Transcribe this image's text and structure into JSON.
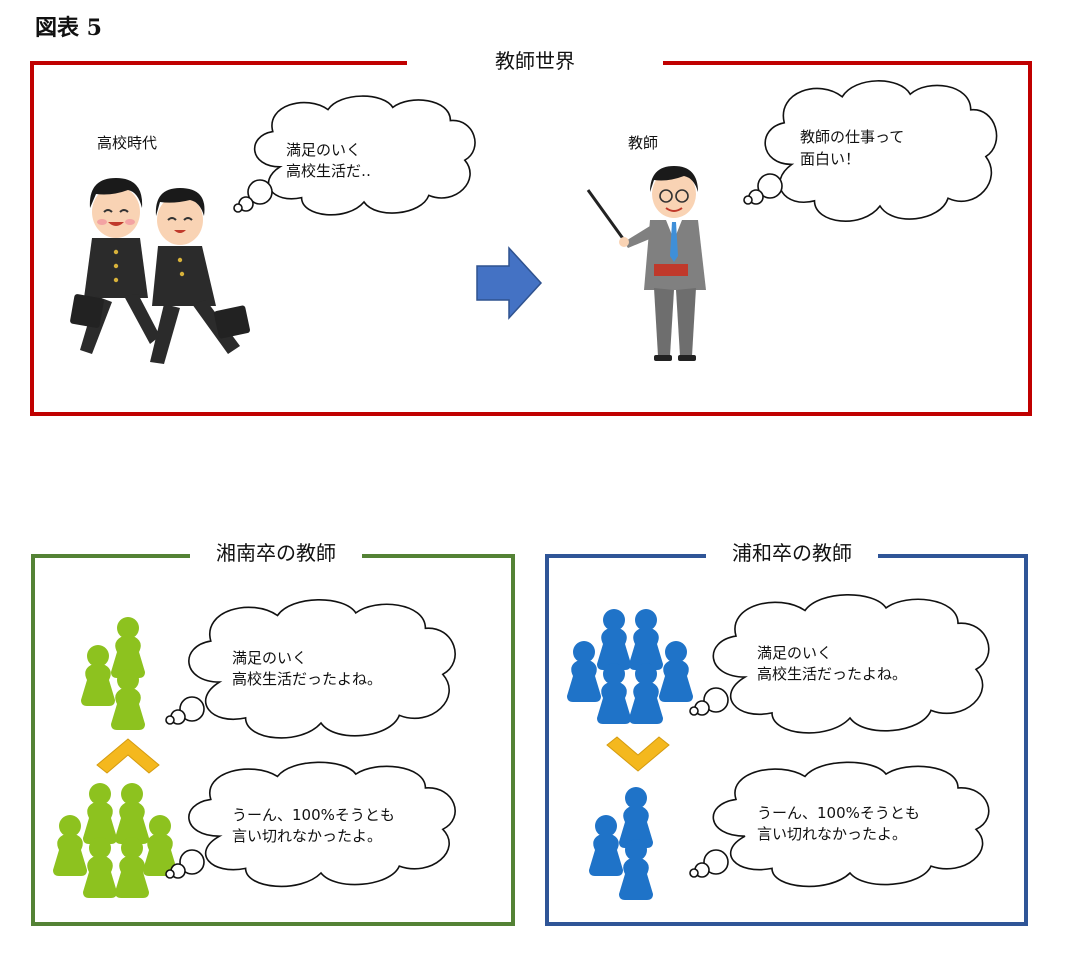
{
  "figure_label": "図表 5",
  "top_panel": {
    "title": "教師世界",
    "left_caption": "高校時代",
    "left_bubble": [
      "満足のいく",
      "高校生活だ‥"
    ],
    "right_caption": "教師",
    "right_bubble": [
      "教師の仕事って",
      "面白い！"
    ],
    "frame_color": "#c00000"
  },
  "left_panel": {
    "title": "湘南卒の教師",
    "bubble_top": [
      "満足のいく",
      "高校生活だったよね。"
    ],
    "bubble_bottom": [
      "うーん、100%そうとも",
      "言い切れなかったよ。"
    ],
    "frame_color": "#548235",
    "piece_color": "#8dc21f",
    "comparison": "fewer-satisfied-than-unsure"
  },
  "right_panel": {
    "title": "浦和卒の教師",
    "bubble_top": [
      "満足のいく",
      "高校生活だったよね。"
    ],
    "bubble_bottom": [
      "うーん、100%そうとも",
      "言い切れなかったよ。"
    ],
    "frame_color": "#2f5597",
    "piece_color": "#1f73c8",
    "comparison": "more-satisfied-than-unsure"
  },
  "colors": {
    "arrow": "#4472c4",
    "chevron": "#f4b81e"
  }
}
